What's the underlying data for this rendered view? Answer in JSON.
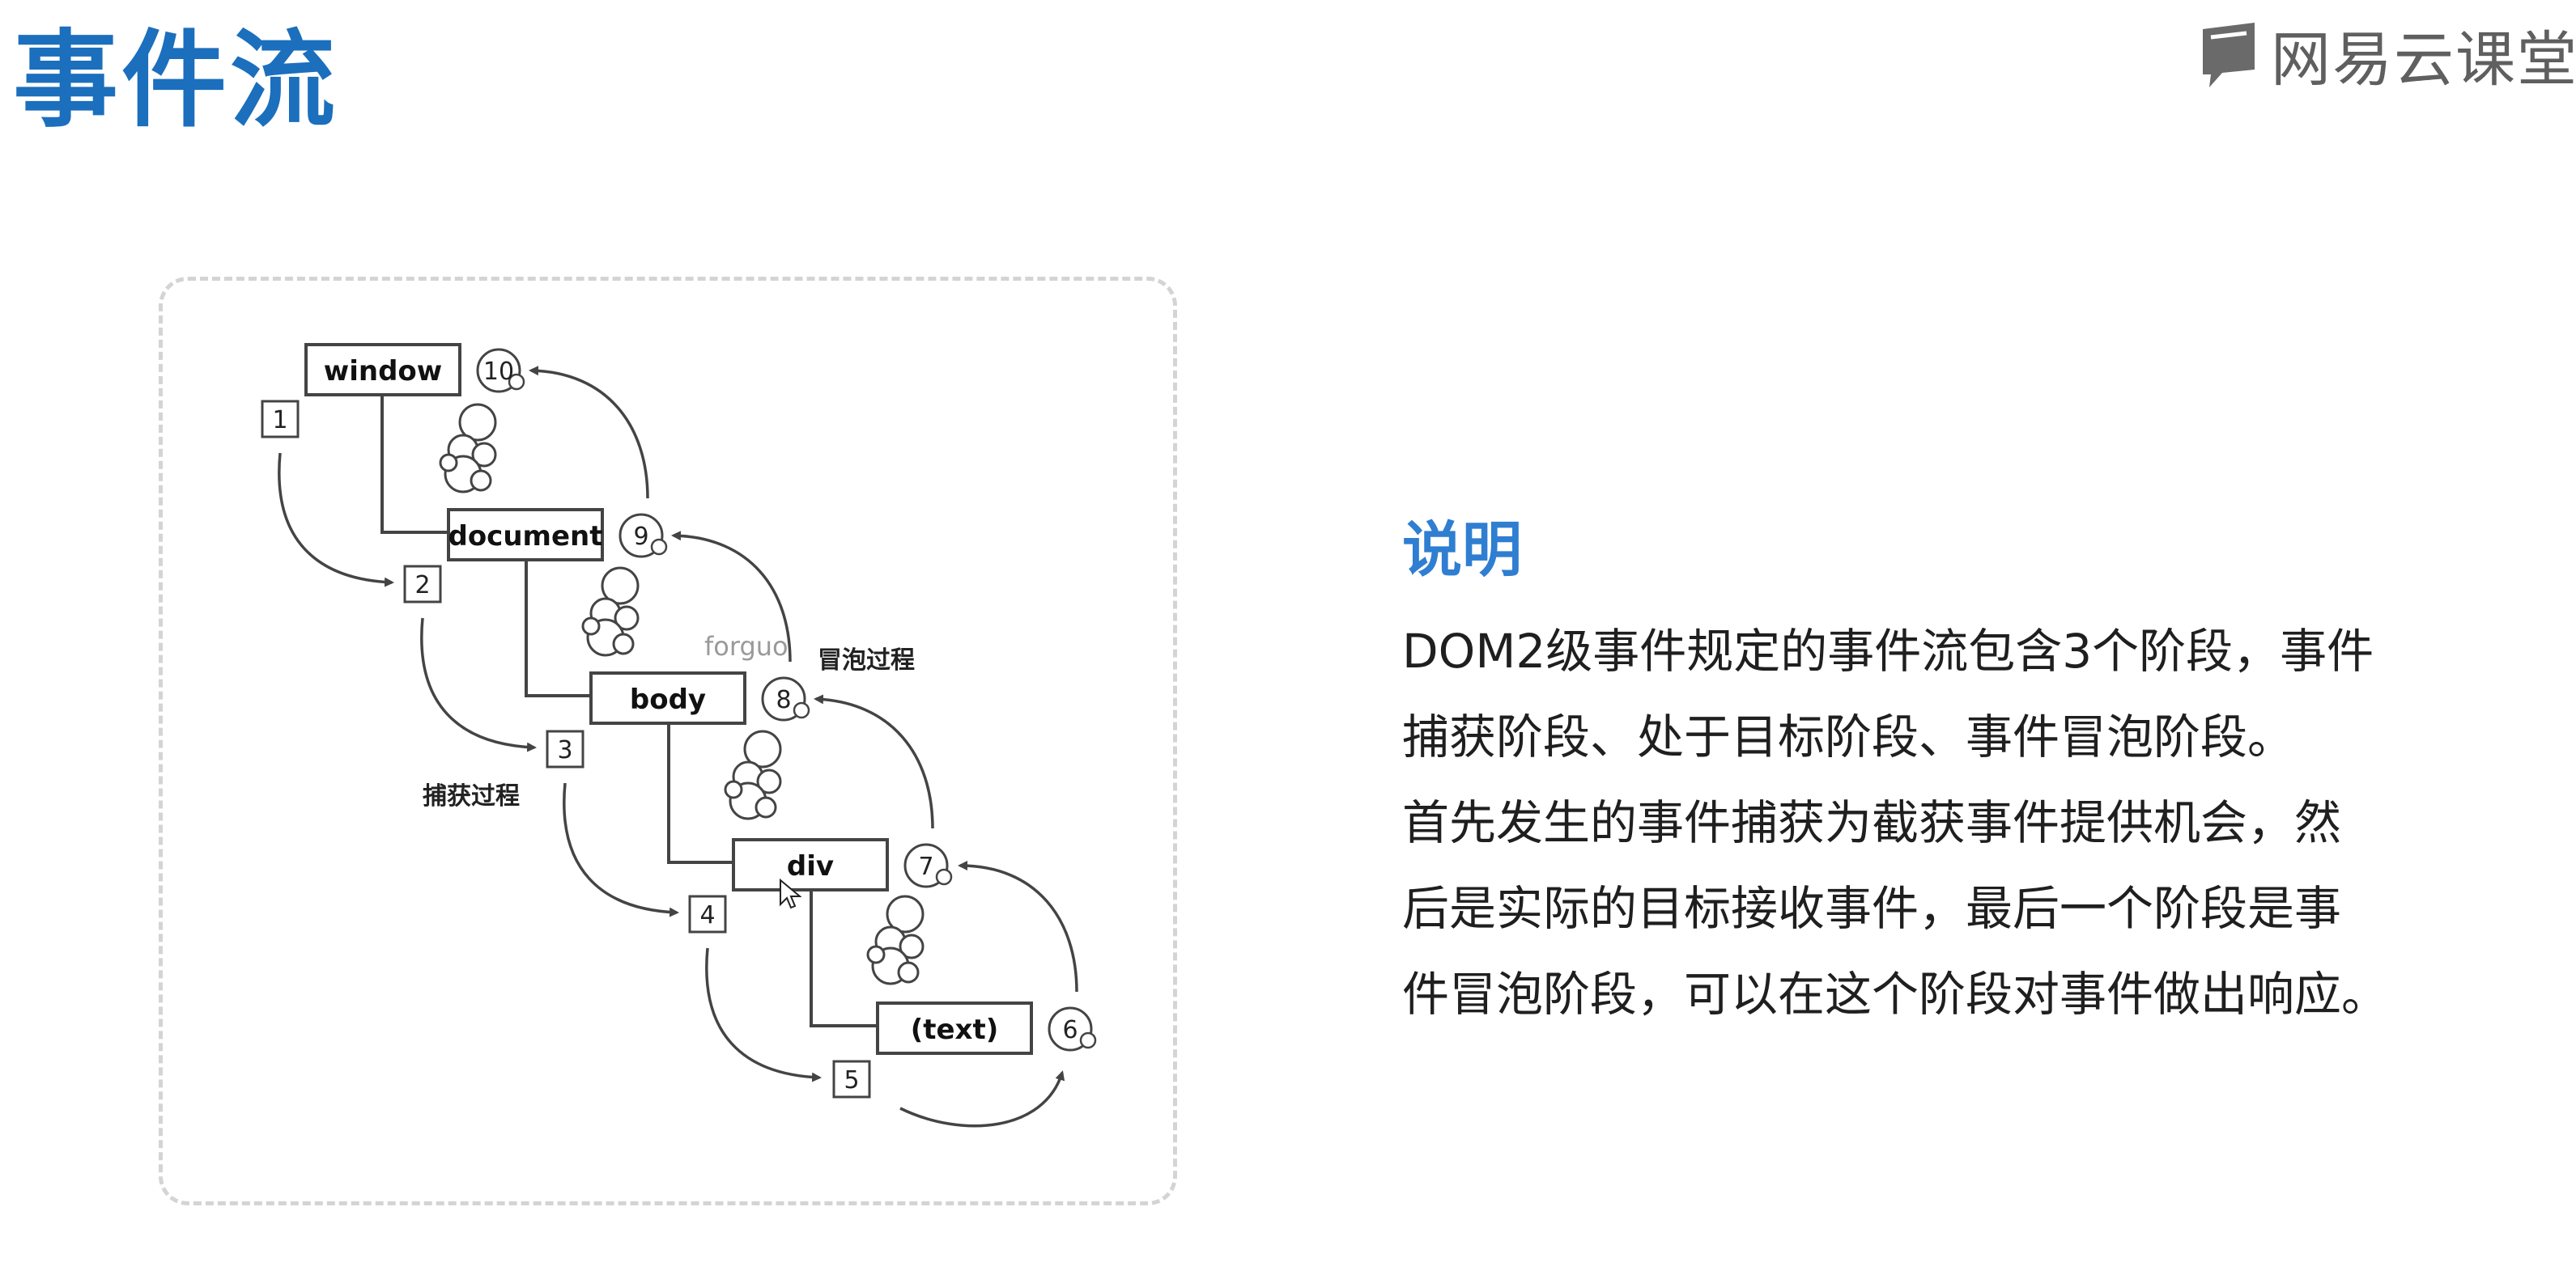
{
  "slide": {
    "title": "事件流",
    "brand": {
      "logo_icon": "book-icon",
      "name": "网易云课堂",
      "color": "#5f5f5f"
    },
    "colors": {
      "title": "#1b6fbd",
      "heading": "#2f7ed1",
      "body_text": "#1f1f1f",
      "frame_border": "#d4d4d4"
    }
  },
  "diagram": {
    "nodes": [
      "window",
      "document",
      "body",
      "div",
      "(text)"
    ],
    "capture_steps": [
      "1",
      "2",
      "3",
      "4",
      "5"
    ],
    "bubble_steps": [
      "6",
      "7",
      "8",
      "9",
      "10"
    ],
    "capture_label": "捕获过程",
    "bubble_label": "冒泡过程",
    "watermark": "forguo"
  },
  "notes": {
    "heading": "说明",
    "lines": [
      "DOM2级事件规定的事件流包含3个阶段，事件",
      "捕获阶段、处于目标阶段、事件冒泡阶段。",
      "首先发生的事件捕获为截获事件提供机会，然",
      "后是实际的目标接收事件，最后一个阶段是事",
      "件冒泡阶段，可以在这个阶段对事件做出响应。"
    ]
  }
}
